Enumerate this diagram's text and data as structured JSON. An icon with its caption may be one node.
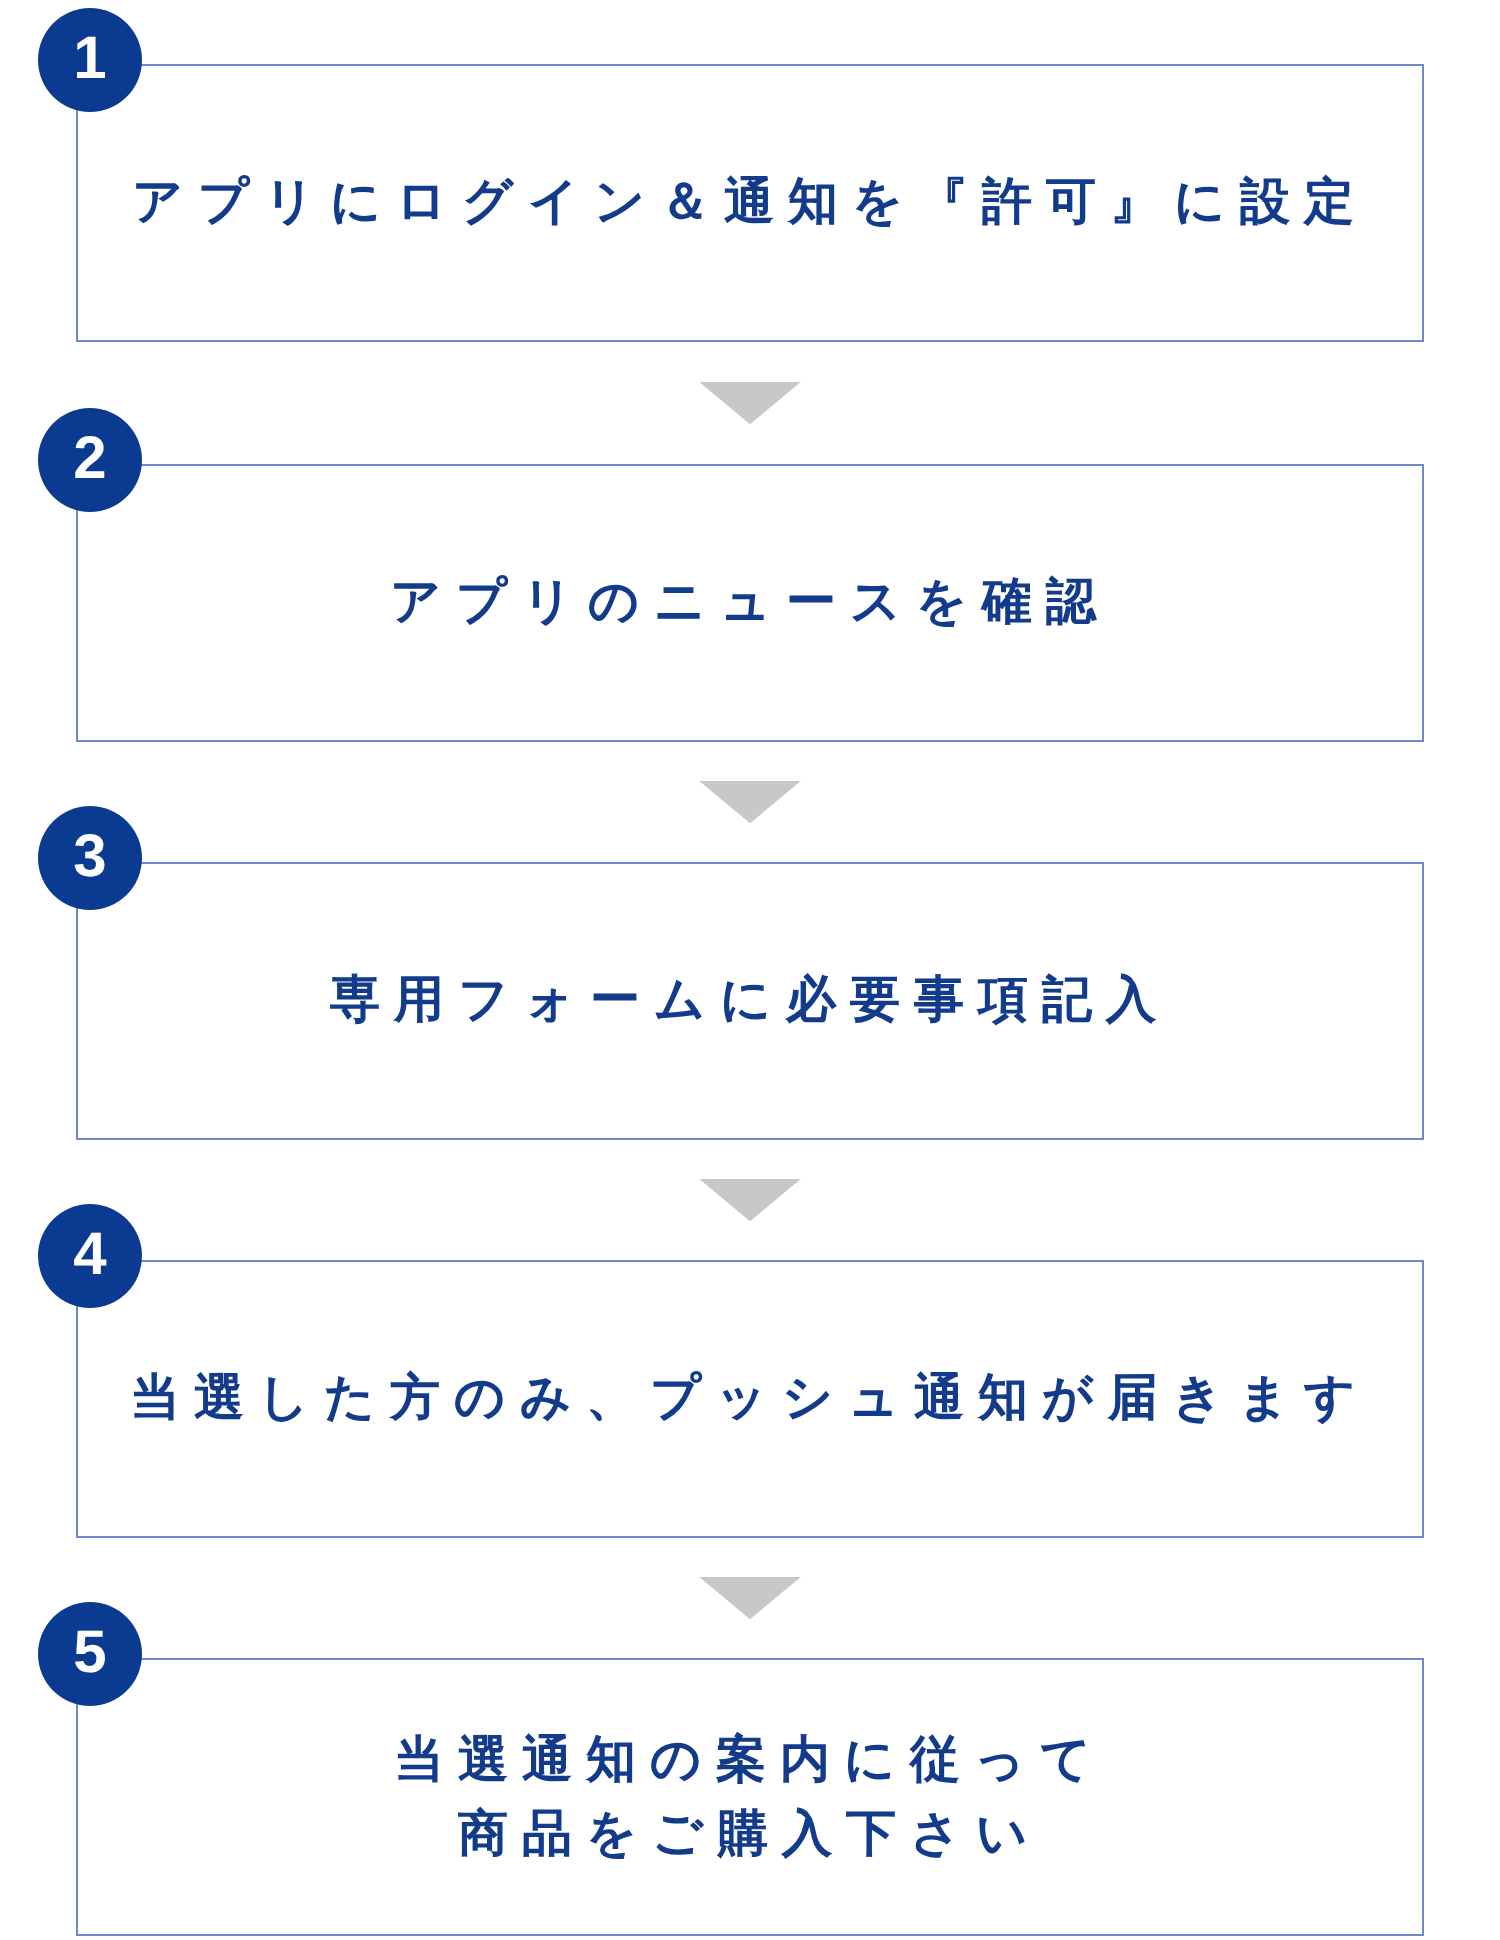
{
  "diagram": {
    "nodes": [
      {
        "text": [
          "1"
        ]
      },
      {
        "text": [
          "アプリにログイン＆通知を『許可』に設定"
        ]
      },
      {
        "text": [
          "2"
        ]
      },
      {
        "text": [
          "アプリのニュースを確認"
        ]
      },
      {
        "text": [
          "3"
        ]
      },
      {
        "text": [
          "専用フォームに必要事項記入"
        ]
      },
      {
        "text": [
          "4"
        ]
      },
      {
        "text": [
          "当選した方のみ、プッシュ通知が届きます"
        ]
      },
      {
        "text": [
          "5"
        ]
      },
      {
        "text": [
          "当選通知の案内に従って商品をご購入下さい"
        ]
      }
    ],
    "edges": [
      {
        "from": 1,
        "to": 3,
        "arrow": "to"
      },
      {
        "from": 3,
        "to": 5,
        "arrow": "to"
      },
      {
        "from": 5,
        "to": 7,
        "arrow": "to"
      },
      {
        "from": 7,
        "to": 9,
        "arrow": "to"
      }
    ]
  }
}
